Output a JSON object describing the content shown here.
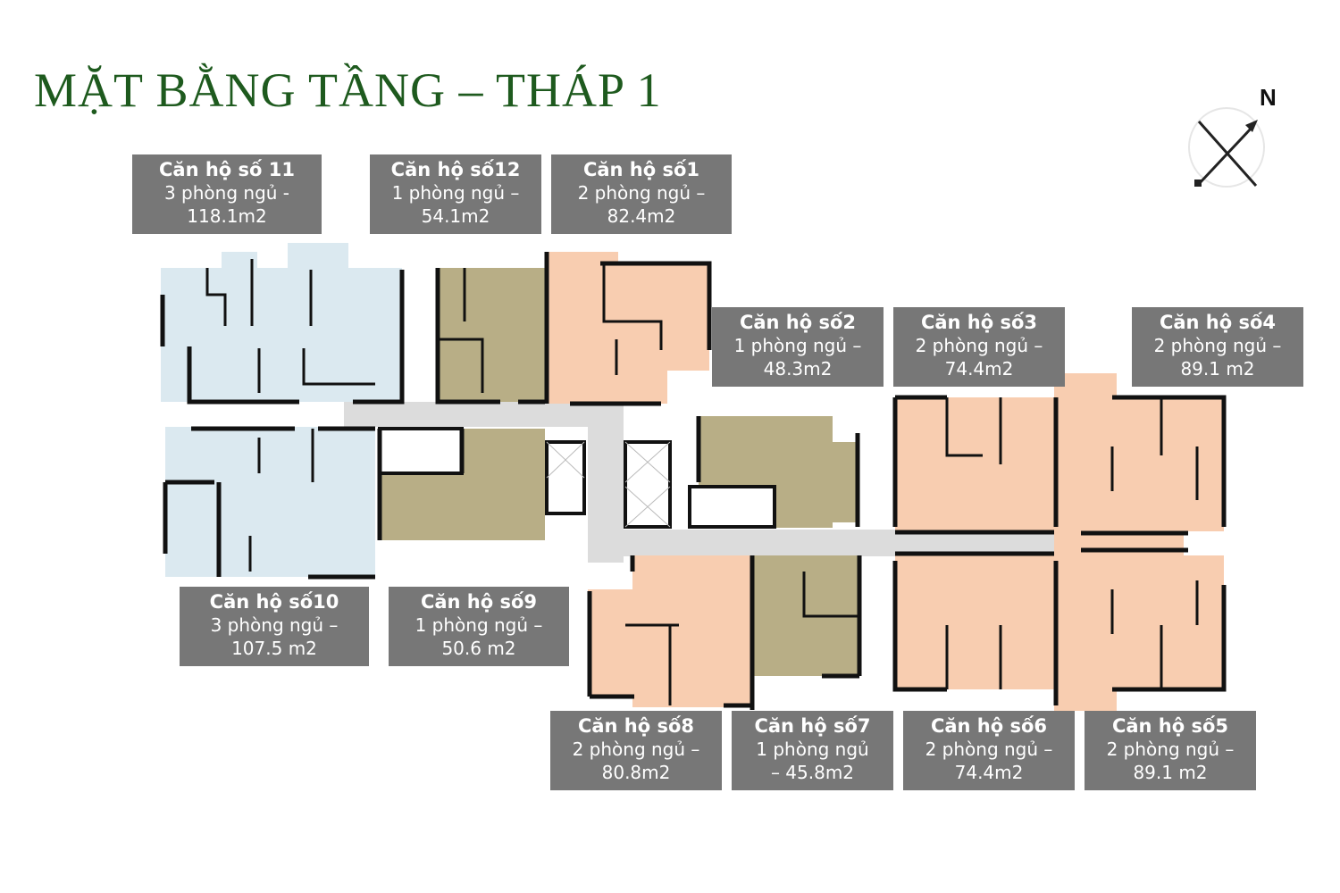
{
  "title": "MẶT BẰNG TẦNG – THÁP 1",
  "compass": {
    "label": "N",
    "icon": "north-arrow-icon"
  },
  "colors": {
    "title": "#1e5a1e",
    "label_bg": "#777777",
    "unit_blue": "#dbe9f0",
    "unit_olive": "#b8ae86",
    "unit_peach": "#f8cdb0",
    "corridor": "#dcdcdc",
    "wall": "#111111"
  },
  "units": [
    {
      "id": "11",
      "name": "Căn hộ số 11",
      "bedrooms": "3 phòng ngủ  -",
      "area": "118.1m2"
    },
    {
      "id": "12",
      "name": "Căn hộ số12",
      "bedrooms": "1 phòng ngủ –",
      "area": "54.1m2"
    },
    {
      "id": "1",
      "name": "Căn hộ số1",
      "bedrooms": "2 phòng ngủ –",
      "area": "82.4m2"
    },
    {
      "id": "2",
      "name": "Căn hộ số2",
      "bedrooms": "1 phòng ngủ –",
      "area": "48.3m2"
    },
    {
      "id": "3",
      "name": "Căn hộ số3",
      "bedrooms": "2 phòng ngủ –",
      "area": "74.4m2"
    },
    {
      "id": "4",
      "name": "Căn hộ số4",
      "bedrooms": "2 phòng ngủ –",
      "area": "89.1 m2"
    },
    {
      "id": "10",
      "name": "Căn hộ số10",
      "bedrooms": "3 phòng ngủ –",
      "area": "107.5 m2"
    },
    {
      "id": "9",
      "name": "Căn hộ số9",
      "bedrooms": "1 phòng ngủ –",
      "area": "50.6 m2"
    },
    {
      "id": "8",
      "name": "Căn hộ số8",
      "bedrooms": "2 phòng ngủ –",
      "area": "80.8m2"
    },
    {
      "id": "7",
      "name": "Căn hộ số7",
      "bedrooms": "1 phòng ngủ",
      "area": "– 45.8m2"
    },
    {
      "id": "6",
      "name": "Căn hộ số6",
      "bedrooms": "2 phòng ngủ –",
      "area": "74.4m2"
    },
    {
      "id": "5",
      "name": "Căn hộ số5",
      "bedrooms": "2 phòng ngủ –",
      "area": "89.1 m2"
    }
  ]
}
